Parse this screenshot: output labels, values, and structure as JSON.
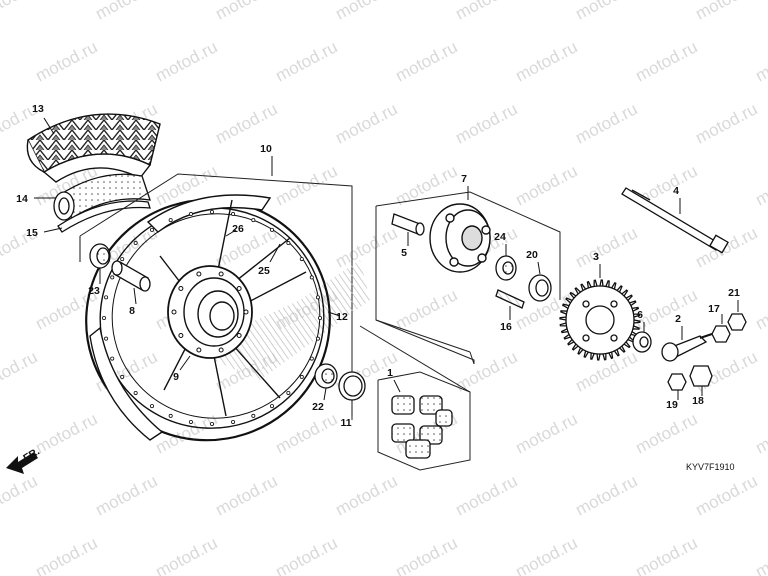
{
  "diagram": {
    "code": "KYV7F1910",
    "direction_label": "FR.",
    "watermark": "motod.ru",
    "parts": [
      {
        "id": "13",
        "label": "13"
      },
      {
        "id": "14",
        "label": "14"
      },
      {
        "id": "15",
        "label": "15"
      },
      {
        "id": "10",
        "label": "10"
      },
      {
        "id": "26",
        "label": "26"
      },
      {
        "id": "25",
        "label": "25"
      },
      {
        "id": "12",
        "label": "12"
      },
      {
        "id": "23",
        "label": "23"
      },
      {
        "id": "8",
        "label": "8"
      },
      {
        "id": "9",
        "label": "9"
      },
      {
        "id": "22",
        "label": "22"
      },
      {
        "id": "11",
        "label": "11"
      },
      {
        "id": "1",
        "label": "1"
      },
      {
        "id": "7",
        "label": "7"
      },
      {
        "id": "5",
        "label": "5"
      },
      {
        "id": "24",
        "label": "24"
      },
      {
        "id": "20",
        "label": "20"
      },
      {
        "id": "16",
        "label": "16"
      },
      {
        "id": "3",
        "label": "3"
      },
      {
        "id": "4",
        "label": "4"
      },
      {
        "id": "6",
        "label": "6"
      },
      {
        "id": "2",
        "label": "2"
      },
      {
        "id": "17",
        "label": "17"
      },
      {
        "id": "21",
        "label": "21"
      },
      {
        "id": "19",
        "label": "19"
      },
      {
        "id": "18",
        "label": "18"
      }
    ]
  }
}
